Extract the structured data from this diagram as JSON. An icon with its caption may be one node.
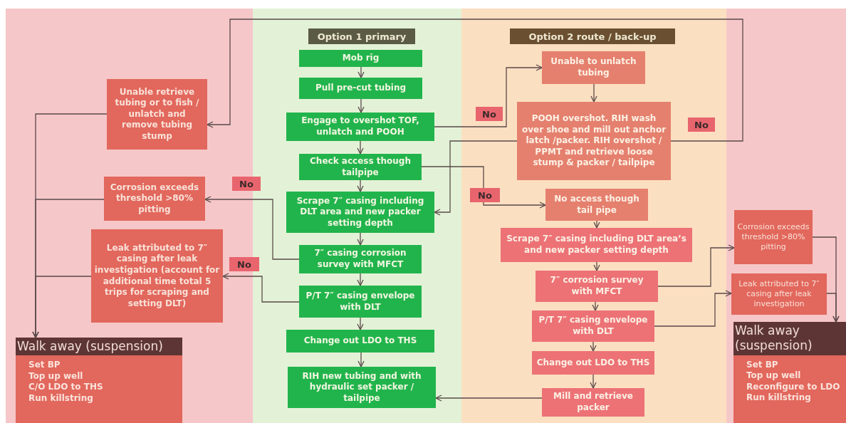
{
  "diagram": {
    "nodes": [
      {
        "text": [
          "Option 1 primary"
        ]
      },
      {
        "text": [
          "Mob rig"
        ],
        "in": 0
      },
      {
        "text": [
          "Pull pre-cut tubing"
        ],
        "in": 0
      },
      {
        "text": [
          "Engage to overshot TOF, unlatch and POOH"
        ],
        "in": 0
      },
      {
        "text": [
          "Check access though tailpipe"
        ],
        "in": 0
      },
      {
        "text": [
          "Scrape 7″ casing including DLT area and new packer setting depth"
        ],
        "in": 0
      },
      {
        "text": [
          "7″ casing corrosion survey with MFCT"
        ],
        "in": 0
      },
      {
        "text": [
          "P/T 7″ casing envelope with DLT"
        ],
        "in": 0
      },
      {
        "text": [
          "Change out LDO to THS"
        ],
        "in": 0
      },
      {
        "text": [
          "RIH new tubing and with hydraulic set packer / tailpipe"
        ],
        "in": 0
      },
      {
        "text": [
          "Option 2 route / back-up"
        ]
      },
      {
        "text": [
          "Unable to unlatch tubing"
        ],
        "in": 10
      },
      {
        "text": [
          "POOH overshot. RIH wash over shoe and mill out anchor latch /packer. RIH overshot / PPMT and retrieve loose stump & packer / tailpipe"
        ],
        "in": 10
      },
      {
        "text": [
          "No access though tail pipe"
        ],
        "in": 10
      },
      {
        "text": [
          "Scrape 7″ casing including DLT area’s and new packer setting depth"
        ],
        "in": 10
      },
      {
        "text": [
          "7″ corrosion survey with MFCT"
        ],
        "in": 10
      },
      {
        "text": [
          "P/T 7″ casing envelope with DLT"
        ],
        "in": 10
      },
      {
        "text": [
          "Change out LDO to THS"
        ],
        "in": 10
      },
      {
        "text": [
          "Mill and retrieve packer"
        ],
        "in": 10
      },
      {
        "text": [
          "Unable retrieve tubing or to fish / unlatch and remove tubing stump"
        ]
      },
      {
        "text": [
          "Corrosion exceeds threshold >80% pitting"
        ]
      },
      {
        "text": [
          "Leak attributed to 7″ casing after leak investigation (account for additional time total 5 trips for scraping and setting DLT)"
        ]
      },
      {
        "text": [
          "Walk away (suspension)",
          "Set BP",
          "Top up well",
          "C/O LDO to THS",
          "Run killstring"
        ]
      },
      {
        "text": [
          "Corrosion exceeds threshold >80% pitting"
        ]
      },
      {
        "text": [
          "Leak attributed to 7″ casing after leak investigation"
        ]
      },
      {
        "text": [
          "Walk away (suspension)",
          "Set BP",
          "Top up well",
          "Reconfigure to LDO",
          "Run killstring"
        ]
      }
    ],
    "edges": [
      {
        "from": 1,
        "to": 2,
        "arrow": "to"
      },
      {
        "from": 2,
        "to": 3,
        "arrow": "to"
      },
      {
        "from": 3,
        "to": 4,
        "arrow": "to"
      },
      {
        "from": 4,
        "to": 5,
        "arrow": "to"
      },
      {
        "from": 5,
        "to": 6,
        "arrow": "to"
      },
      {
        "from": 6,
        "to": 7,
        "arrow": "to"
      },
      {
        "from": 7,
        "to": 8,
        "arrow": "to"
      },
      {
        "from": 8,
        "to": 9,
        "arrow": "to"
      },
      {
        "from": 3,
        "to": 11,
        "label": "No",
        "arrow": "to"
      },
      {
        "from": 11,
        "to": 12,
        "arrow": "to"
      },
      {
        "from": 12,
        "to": 5,
        "arrow": "to"
      },
      {
        "from": 12,
        "to": 19,
        "label": "No",
        "arrow": "to"
      },
      {
        "from": 4,
        "to": 13,
        "label": "No",
        "arrow": "to"
      },
      {
        "from": 13,
        "to": 14,
        "arrow": "to"
      },
      {
        "from": 14,
        "to": 15,
        "arrow": "to"
      },
      {
        "from": 15,
        "to": 16,
        "arrow": "to"
      },
      {
        "from": 16,
        "to": 17,
        "arrow": "to"
      },
      {
        "from": 17,
        "to": 18,
        "arrow": "to"
      },
      {
        "from": 18,
        "to": 9,
        "arrow": "to"
      },
      {
        "from": 6,
        "to": 20,
        "label": "No",
        "arrow": "to"
      },
      {
        "from": 7,
        "to": 21,
        "label": "No",
        "arrow": "to"
      },
      {
        "from": 19,
        "to": 22,
        "arrow": "to"
      },
      {
        "from": 20,
        "to": 22,
        "arrow": "to"
      },
      {
        "from": 21,
        "to": 22,
        "arrow": "to"
      },
      {
        "from": 15,
        "to": 23,
        "arrow": "to"
      },
      {
        "from": 16,
        "to": 24,
        "arrow": "to"
      },
      {
        "from": 23,
        "to": 25,
        "arrow": "to"
      },
      {
        "from": 24,
        "to": 25,
        "arrow": "to"
      }
    ]
  }
}
